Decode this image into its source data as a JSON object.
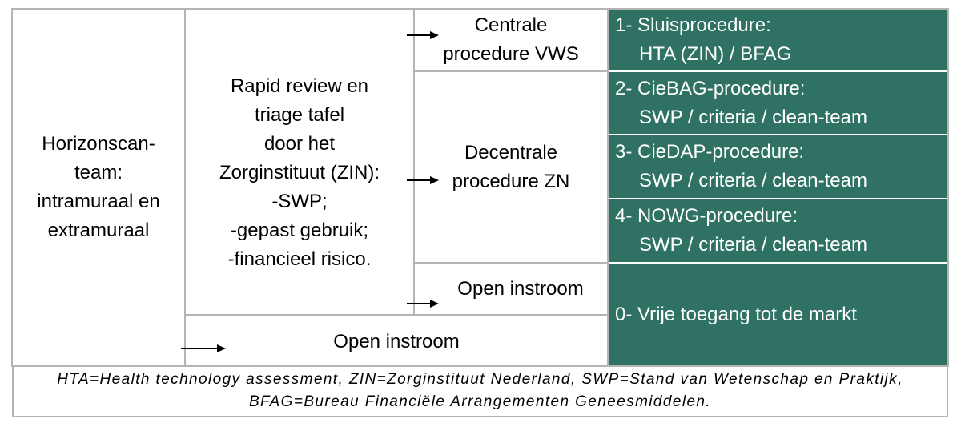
{
  "horizon_team": "Horizonscan-\nteam:\nintramuraal en\nextramuraal",
  "rapid_review": "Rapid review en\ntriage tafel\ndoor het\nZorginstituut (ZIN):\n-SWP;\n-gepast gebruik;\n-financieel risico.",
  "central_procedure": "Centrale\nprocedure VWS",
  "decentral_procedure": "Decentrale\nprocedure ZN",
  "open_instroom_mid": "Open instroom",
  "open_instroom_bottom": "Open instroom",
  "procedures": [
    {
      "line1": "1- Sluisprocedure:",
      "line2": "HTA (ZIN) / BFAG"
    },
    {
      "line1": "2- CieBAG-procedure:",
      "line2": "SWP / criteria / clean-team"
    },
    {
      "line1": "3- CieDAP-procedure:",
      "line2": "SWP / criteria / clean-team"
    },
    {
      "line1": "4- NOWG-procedure:",
      "line2": "SWP /  criteria / clean-team"
    }
  ],
  "free_access": "0- Vrije toegang tot de markt",
  "footnote": "HTA=Health technology assessment, ZIN=Zorginstituut Nederland, SWP=Stand van Wetenschap en Praktijk, BFAG=Bureau Financiële Arrangementen Geneesmiddelen.",
  "colors": {
    "procedure_fill": "#2f7264",
    "border": "#b4b4b4"
  }
}
